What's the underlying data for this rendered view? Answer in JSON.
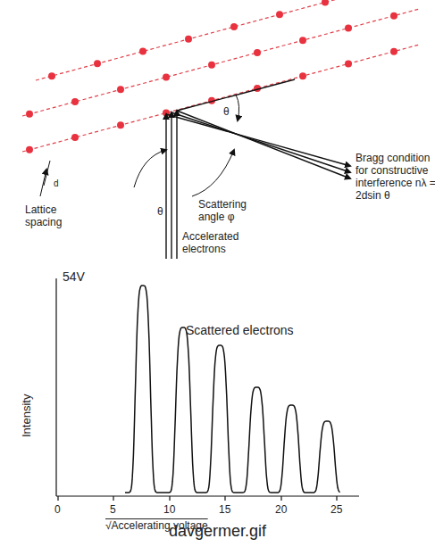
{
  "diagram": {
    "caption": "davgermer.gif",
    "labels": [
      "Bragg condition for constructive interference nλ = 2dsin θ",
      "θ",
      "θ",
      "Lattice spacing",
      "d",
      "Scattering angle φ",
      "Accelerated electrons",
      "54V",
      "Scattered electrons",
      "Intensity",
      "0",
      "5",
      "10",
      "15",
      "20",
      "25",
      "√Accelerating voltage"
    ]
  }
}
